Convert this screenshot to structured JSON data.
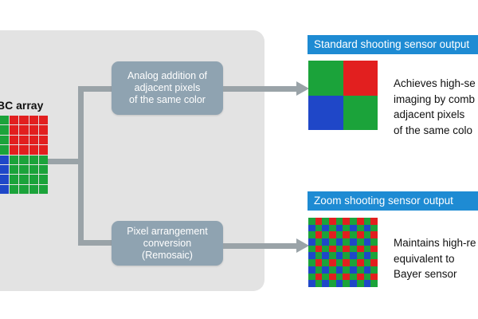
{
  "left": {
    "array_title": "BC array",
    "source_grid": {
      "colors": {
        "green": "#1ba33a",
        "red": "#e21f1f",
        "blue": "#1f47c8"
      },
      "rows": [
        [
          "green",
          "red",
          "red",
          "red",
          "red"
        ],
        [
          "green",
          "red",
          "red",
          "red",
          "red"
        ],
        [
          "green",
          "red",
          "red",
          "red",
          "red"
        ],
        [
          "green",
          "red",
          "red",
          "red",
          "red"
        ],
        [
          "blue",
          "green",
          "green",
          "green",
          "green"
        ],
        [
          "blue",
          "green",
          "green",
          "green",
          "green"
        ],
        [
          "blue",
          "green",
          "green",
          "green",
          "green"
        ],
        [
          "blue",
          "green",
          "green",
          "green",
          "green"
        ]
      ]
    }
  },
  "process": {
    "top_label": "Analog addition of\nadjacent pixels\nof the same color",
    "bottom_label": "Pixel arrangement\nconversion\n(Remosaic)"
  },
  "outputs": [
    {
      "header": "Standard shooting sensor output",
      "grid": [
        "green",
        "red",
        "blue",
        "green"
      ],
      "description": "Achieves high-se\nimaging by comb\nadjacent pixels\nof the same colo"
    },
    {
      "header": "Zoom shooting sensor output",
      "grid_pattern": "bayer",
      "description": "Maintains high-re\nequivalent to\nBayer sensor"
    }
  ]
}
